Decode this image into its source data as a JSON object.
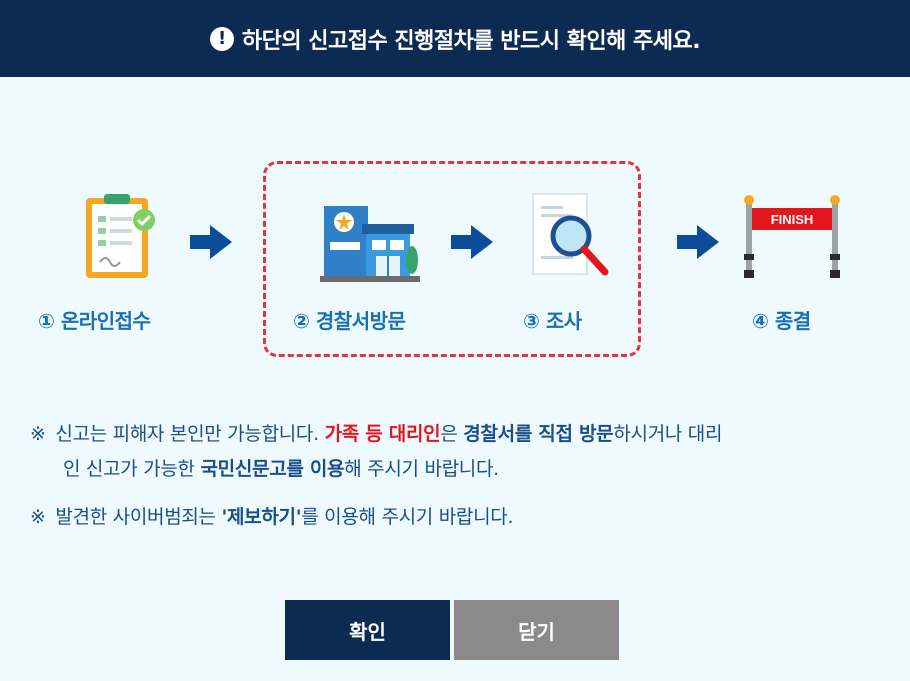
{
  "header": {
    "icon": "exclamation-icon",
    "title": "하단의 신고접수 진행절차를 반드시 확인해 주세요."
  },
  "steps": [
    {
      "label": "① 온라인접수",
      "icon": "clipboard-check-icon"
    },
    {
      "label": "② 경찰서방문",
      "icon": "police-station-icon"
    },
    {
      "label": "③ 조사",
      "icon": "magnifier-document-icon"
    },
    {
      "label": "④ 종결",
      "icon": "finish-line-icon"
    }
  ],
  "finish_text": "FINISH",
  "notices": {
    "mark": "※",
    "n1_a": "신고는 피해자 본인만 가능합니다. ",
    "n1_b": "가족 등 대리인",
    "n1_c": "은 ",
    "n1_d": "경찰서를 직접 방문",
    "n1_e": "하시거나 대리",
    "n1_f": "인 신고가 가능한 ",
    "n1_g": "국민신문고를 이용",
    "n1_h": "해 주시기 바랍니다.",
    "n2_a": "발견한 사이버범죄는 ",
    "n2_b": "'제보하기'",
    "n2_c": "를 이용해 주시기 바랍니다."
  },
  "buttons": {
    "confirm": "확인",
    "close": "닫기"
  },
  "colors": {
    "header_bg": "#0d2b52",
    "accent_red": "#e3161e",
    "step_blue": "#1a6fb3",
    "close_gray": "#8a8a8a"
  }
}
